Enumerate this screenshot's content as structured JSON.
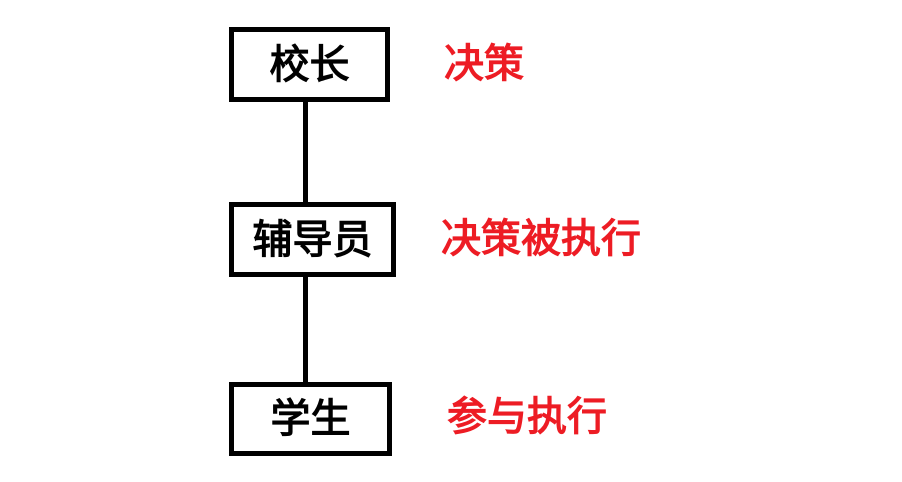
{
  "diagram": {
    "title": "school-hierarchy-flow",
    "nodes": [
      {
        "label": "校长",
        "annotation": "决策"
      },
      {
        "label": "辅导员",
        "annotation": "决策被执行"
      },
      {
        "label": "学生",
        "annotation": "参与执行"
      }
    ],
    "colors": {
      "background": "#ffffff",
      "box_border": "#000000",
      "box_text": "#000000",
      "connector": "#000000",
      "annotation_text": "#ed1c24"
    }
  }
}
